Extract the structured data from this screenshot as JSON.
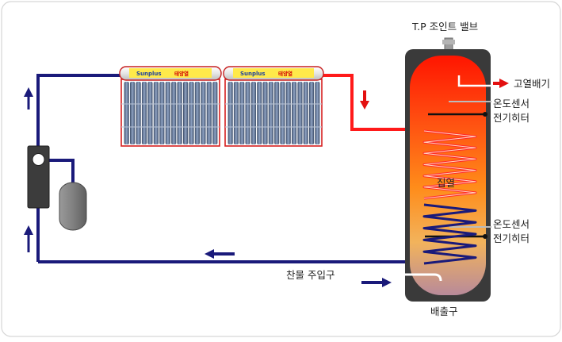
{
  "labels": {
    "valve": "T.P 조인트 밸브",
    "hot_out": "고열배기",
    "sensor_top_1": "온도센서",
    "sensor_top_2": "전기히터",
    "center": "집열",
    "sensor_bot_1": "온도센서",
    "sensor_bot_2": "전기히터",
    "cold_in": "찬물 주입구",
    "drain": "배출구"
  },
  "panels": [
    {
      "brand": "Sunplus",
      "brand_kr": "태양열"
    },
    {
      "brand": "Sunplus",
      "brand_kr": "태양열"
    }
  ],
  "colors": {
    "cold_pipe": "#1a1a7a",
    "hot_pipe": "#ff1a1a",
    "arrow_blue": "#1a1a7a",
    "arrow_red": "#e31010",
    "tank_shell": "#3a3a3a",
    "pump_body": "#3c3c3c",
    "expansion_tank": "#8a8a8a"
  },
  "icons": [
    "pump-icon",
    "expansion-tank-icon",
    "solar-collector-icon",
    "storage-tank-icon",
    "flow-arrow-icon"
  ]
}
